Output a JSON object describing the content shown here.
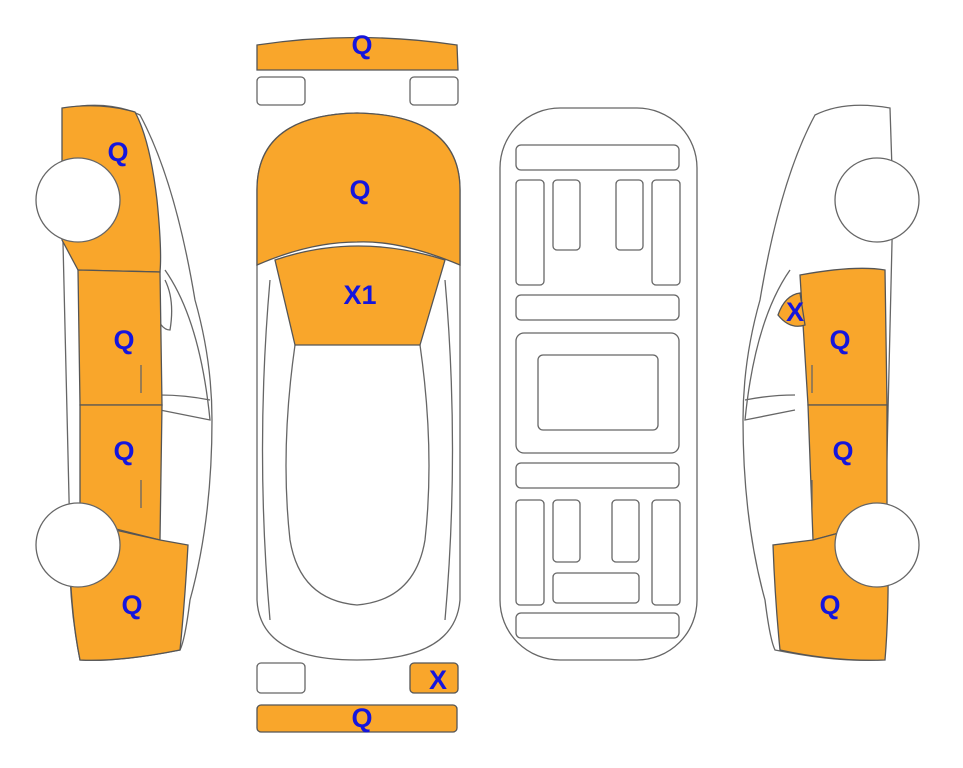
{
  "colors": {
    "damaged": "#F9A62B",
    "label": "#1515DD",
    "outline": "#666666"
  },
  "left_side": {
    "front_fender": "Q",
    "front_door": "Q",
    "rear_door": "Q",
    "rear_fender": "Q"
  },
  "top_view": {
    "front_bumper": "Q",
    "hood": "Q",
    "windshield": "X1",
    "rear_right_light": "X",
    "rear_bumper": "Q"
  },
  "right_side": {
    "mirror": "X",
    "front_door": "Q",
    "rear_door": "Q",
    "rear_fender": "Q"
  }
}
